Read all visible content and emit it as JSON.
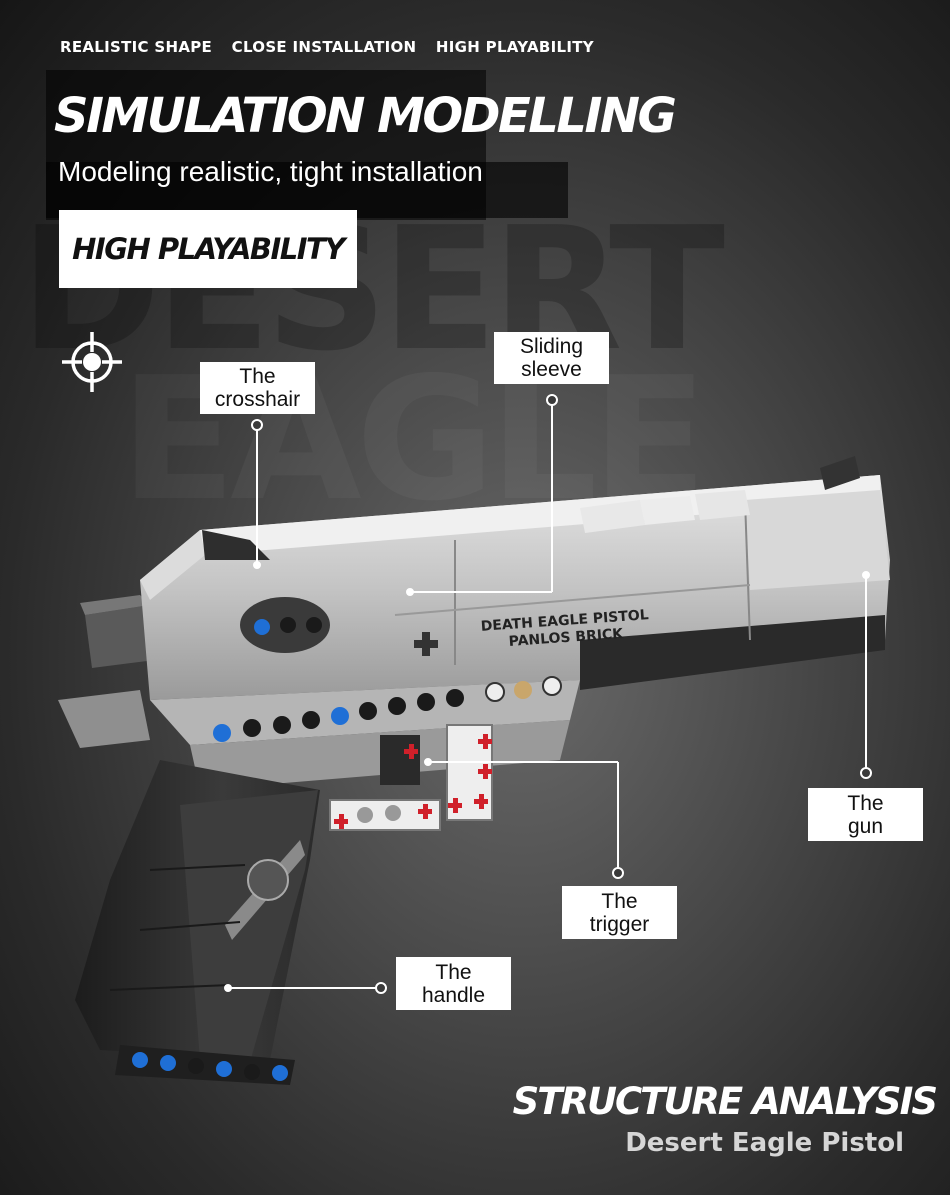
{
  "tags": [
    "REALISTIC SHAPE",
    "CLOSE INSTALLATION",
    "HIGH PLAYABILITY"
  ],
  "headline": "SIMULATION MODELLING",
  "subheadline": "Modeling realistic, tight installation",
  "badge": "HIGH PLAYABILITY",
  "watermark": {
    "line1": "DESERT",
    "line2": "EAGLE"
  },
  "gun_print": {
    "line1": "DEATH EAGLE PISTOL",
    "line2": "PANLOS BRICK"
  },
  "callouts": {
    "crosshair": {
      "line1": "The",
      "line2": "crosshair"
    },
    "sliding_sleeve": {
      "line1": "Sliding",
      "line2": "sleeve"
    },
    "gun": {
      "line1": "The",
      "line2": "gun"
    },
    "trigger": {
      "line1": "The",
      "line2": "trigger"
    },
    "handle": {
      "line1": "The",
      "line2": "handle"
    }
  },
  "footer": {
    "title": "STRUCTURE ANALYSIS",
    "subtitle": "Desert Eagle Pistol"
  },
  "icons": [
    "crosshair-target-icon"
  ],
  "colors": {
    "background": "#3a3a3a",
    "slide": "#c9c9c9",
    "grip": "#2b2b2b",
    "accent_red": "#d0202a",
    "accent_blue": "#1f6fd6"
  }
}
